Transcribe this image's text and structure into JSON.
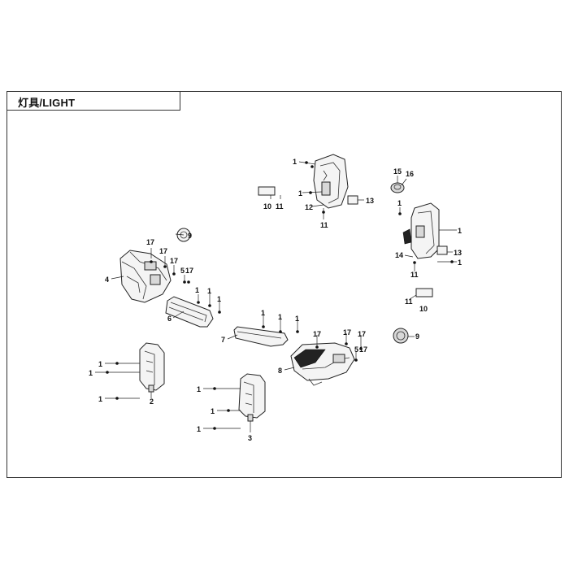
{
  "header": {
    "title": "灯具/LIGHT"
  },
  "callouts": {
    "c1": "1",
    "c2": "2",
    "c3": "3",
    "c4": "4",
    "c5": "5",
    "c6": "6",
    "c7": "7",
    "c8": "8",
    "c9": "9",
    "c10": "10",
    "c11": "11",
    "c12": "12",
    "c13": "13",
    "c14": "14",
    "c15": "15",
    "c16": "16",
    "c17": "17"
  }
}
